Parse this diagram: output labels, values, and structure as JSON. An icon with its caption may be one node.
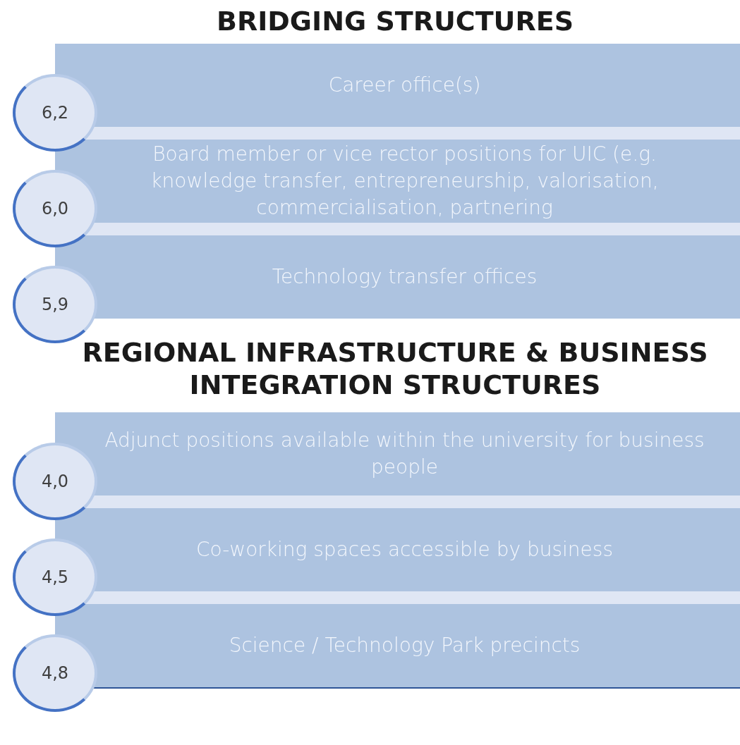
{
  "diagram": {
    "nodes": [
      {
        "text": [
          "6,2"
        ]
      },
      {
        "text": [
          "Career office(s)"
        ]
      },
      {
        "text": [
          "6,0"
        ]
      },
      {
        "text": [
          "Board member or vice rector positions for UIC (e.g. knowledge transfer, entrepreneurship, valorisation, commercialisation, partnering"
        ]
      },
      {
        "text": [
          "5,9"
        ]
      },
      {
        "text": [
          "Technology transfer offices"
        ]
      },
      {
        "text": [
          "4,0"
        ]
      },
      {
        "text": [
          "Adjunct positions available within the university for business people"
        ]
      },
      {
        "text": [
          "4,5"
        ]
      },
      {
        "text": [
          "Co-working spaces accessible by business"
        ]
      },
      {
        "text": [
          "4,8"
        ]
      },
      {
        "text": [
          "Science / Technology Park precincts"
        ]
      }
    ],
    "labels": [
      "BRIDGING STRUCTURES",
      "REGIONAL INFRASTRUCTURE & BUSINESS INTEGRATION STRUCTURES"
    ]
  }
}
